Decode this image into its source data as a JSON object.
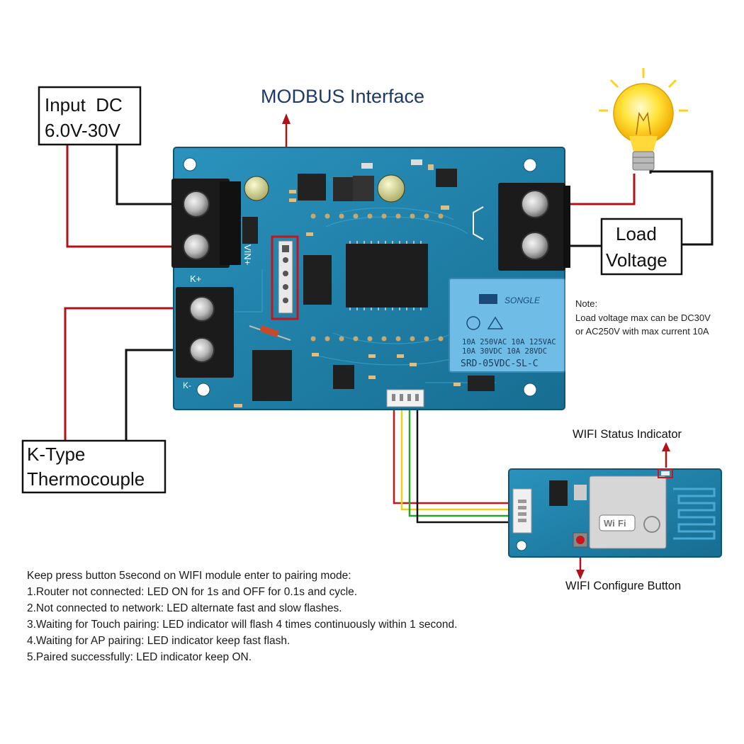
{
  "labels": {
    "input_title_line1": "Input  DC",
    "input_title_line2": "6.0V-30V",
    "modbus": "MODBUS Interface",
    "load_line1": "Load",
    "load_line2": "Voltage",
    "ktype_line1": "K-Type",
    "ktype_line2": "Thermocouple",
    "wifi_status": "WIFI Status Indicator",
    "wifi_configure": "WIFI Configure Button"
  },
  "note": {
    "line1": "Note:",
    "line2": "Load voltage max can be DC30V",
    "line3": "or AC250V with max current 10A"
  },
  "relay": {
    "brand": "SONGLE",
    "rating1": "10A 250VAC  10A 125VAC",
    "rating2": "10A  30VDC  10A  28VDC",
    "model": "SRD-05VDC-SL-C"
  },
  "board_marks": {
    "vin": "VIN+",
    "k_plus": "K+",
    "k_minus": "K-"
  },
  "wifi_module": {
    "wi": "Wi",
    "fi": "Fi"
  },
  "instructions": {
    "title": "Keep press button 5second on WIFI module enter to pairing mode:",
    "items": [
      "1.Router not connected: LED ON for 1s and OFF for 0.1s and cycle.",
      "2.Not connected to network: LED alternate fast and slow flashes.",
      "3.Waiting for Touch pairing: LED indicator will flash 4 times continuously within 1 second.",
      "4.Waiting for AP pairing: LED indicator keep fast flash.",
      "5.Paired successfully: LED indicator keep ON."
    ]
  },
  "colors": {
    "board": "#1e7fa6",
    "wire_red": "#b0121a",
    "wire_black": "#111111",
    "modbus_text": "#1f3a66"
  }
}
